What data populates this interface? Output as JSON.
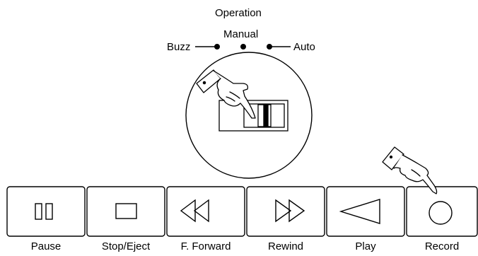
{
  "operation": {
    "title": "Operation",
    "modes": {
      "buzz": "Buzz",
      "manual": "Manual",
      "auto": "Auto"
    }
  },
  "buttons": [
    {
      "label": "Pause",
      "icon": "pause-icon"
    },
    {
      "label": "Stop/Eject",
      "icon": "stop-icon"
    },
    {
      "label": "F. Forward",
      "icon": "double-left-arrow-icon"
    },
    {
      "label": "Rewind",
      "icon": "double-right-arrow-icon"
    },
    {
      "label": "Play",
      "icon": "play-left-triangle-icon"
    },
    {
      "label": "Record",
      "icon": "record-circle-icon"
    }
  ],
  "colors": {
    "line": "#000000",
    "background": "#ffffff"
  }
}
